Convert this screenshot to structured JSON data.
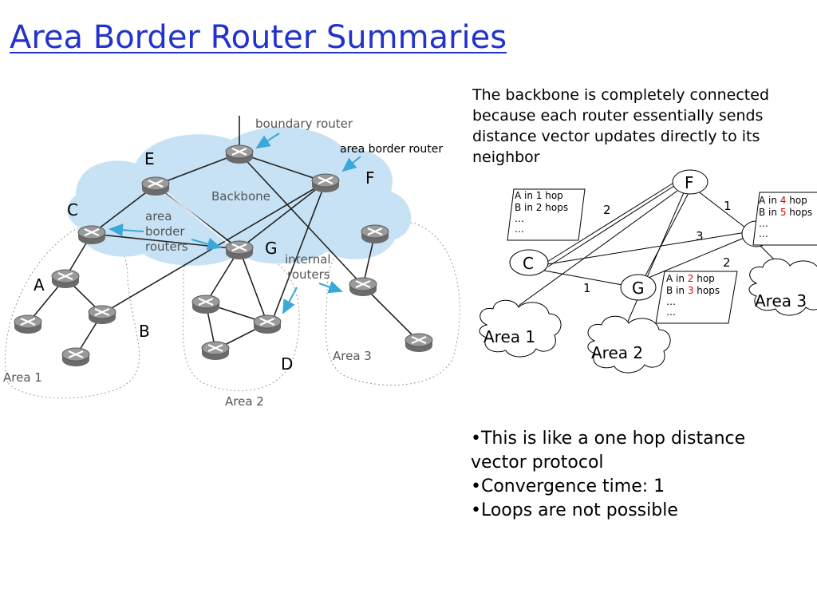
{
  "title": "Area Border Router Summaries",
  "intro": "The backbone is completely connected because each router essentially sends distance vector updates directly to its neighbor",
  "bullets": [
    "•This is like a one hop distance vector protocol",
    "•Convergence time: 1",
    "•Loops are not possible"
  ],
  "figure": {
    "boundary_router": "boundary router",
    "area_border_router": "area border router",
    "backbone": "Backbone",
    "area_border_routers": [
      "area",
      "border",
      "routers"
    ],
    "internal_routers": [
      "internal",
      "routers"
    ],
    "area1": "Area 1",
    "area2": "Area 2",
    "area3": "Area 3",
    "router_letters": {
      "E": "E",
      "F": "F",
      "C": "C",
      "G": "G",
      "A": "A",
      "B": "B",
      "D": "D"
    }
  },
  "graph": {
    "nodes": {
      "F": "F",
      "C": "C",
      "G": "G"
    },
    "edge_weights": {
      "CF": "2",
      "F_area3": "1",
      "C_area3": "3",
      "G_area3": "2",
      "CG": "1"
    },
    "clouds": {
      "area1": "Area 1",
      "area2": "Area 2",
      "area3": "Area 3"
    },
    "table_c": {
      "a": "A in 1 hop",
      "b": "B in 2 hops",
      "e1": "…",
      "e2": "…"
    },
    "table_g": {
      "a_pre": "A in ",
      "a_num": "2",
      "a_post": " hop",
      "b_pre": "B in ",
      "b_num": "3",
      "b_post": " hops",
      "e1": "…",
      "e2": "…"
    },
    "table_a3": {
      "a_pre": "A in ",
      "a_num": "4",
      "a_post": " hop",
      "b_pre": "B in ",
      "b_num": "5",
      "b_post": " hops",
      "e1": "…",
      "e2": "…"
    }
  },
  "colors": {
    "title": "#2233cc",
    "backbone_fill": "#c6e2f4",
    "arrow": "#3aa8d8",
    "hop_highlight": "#e00000"
  }
}
